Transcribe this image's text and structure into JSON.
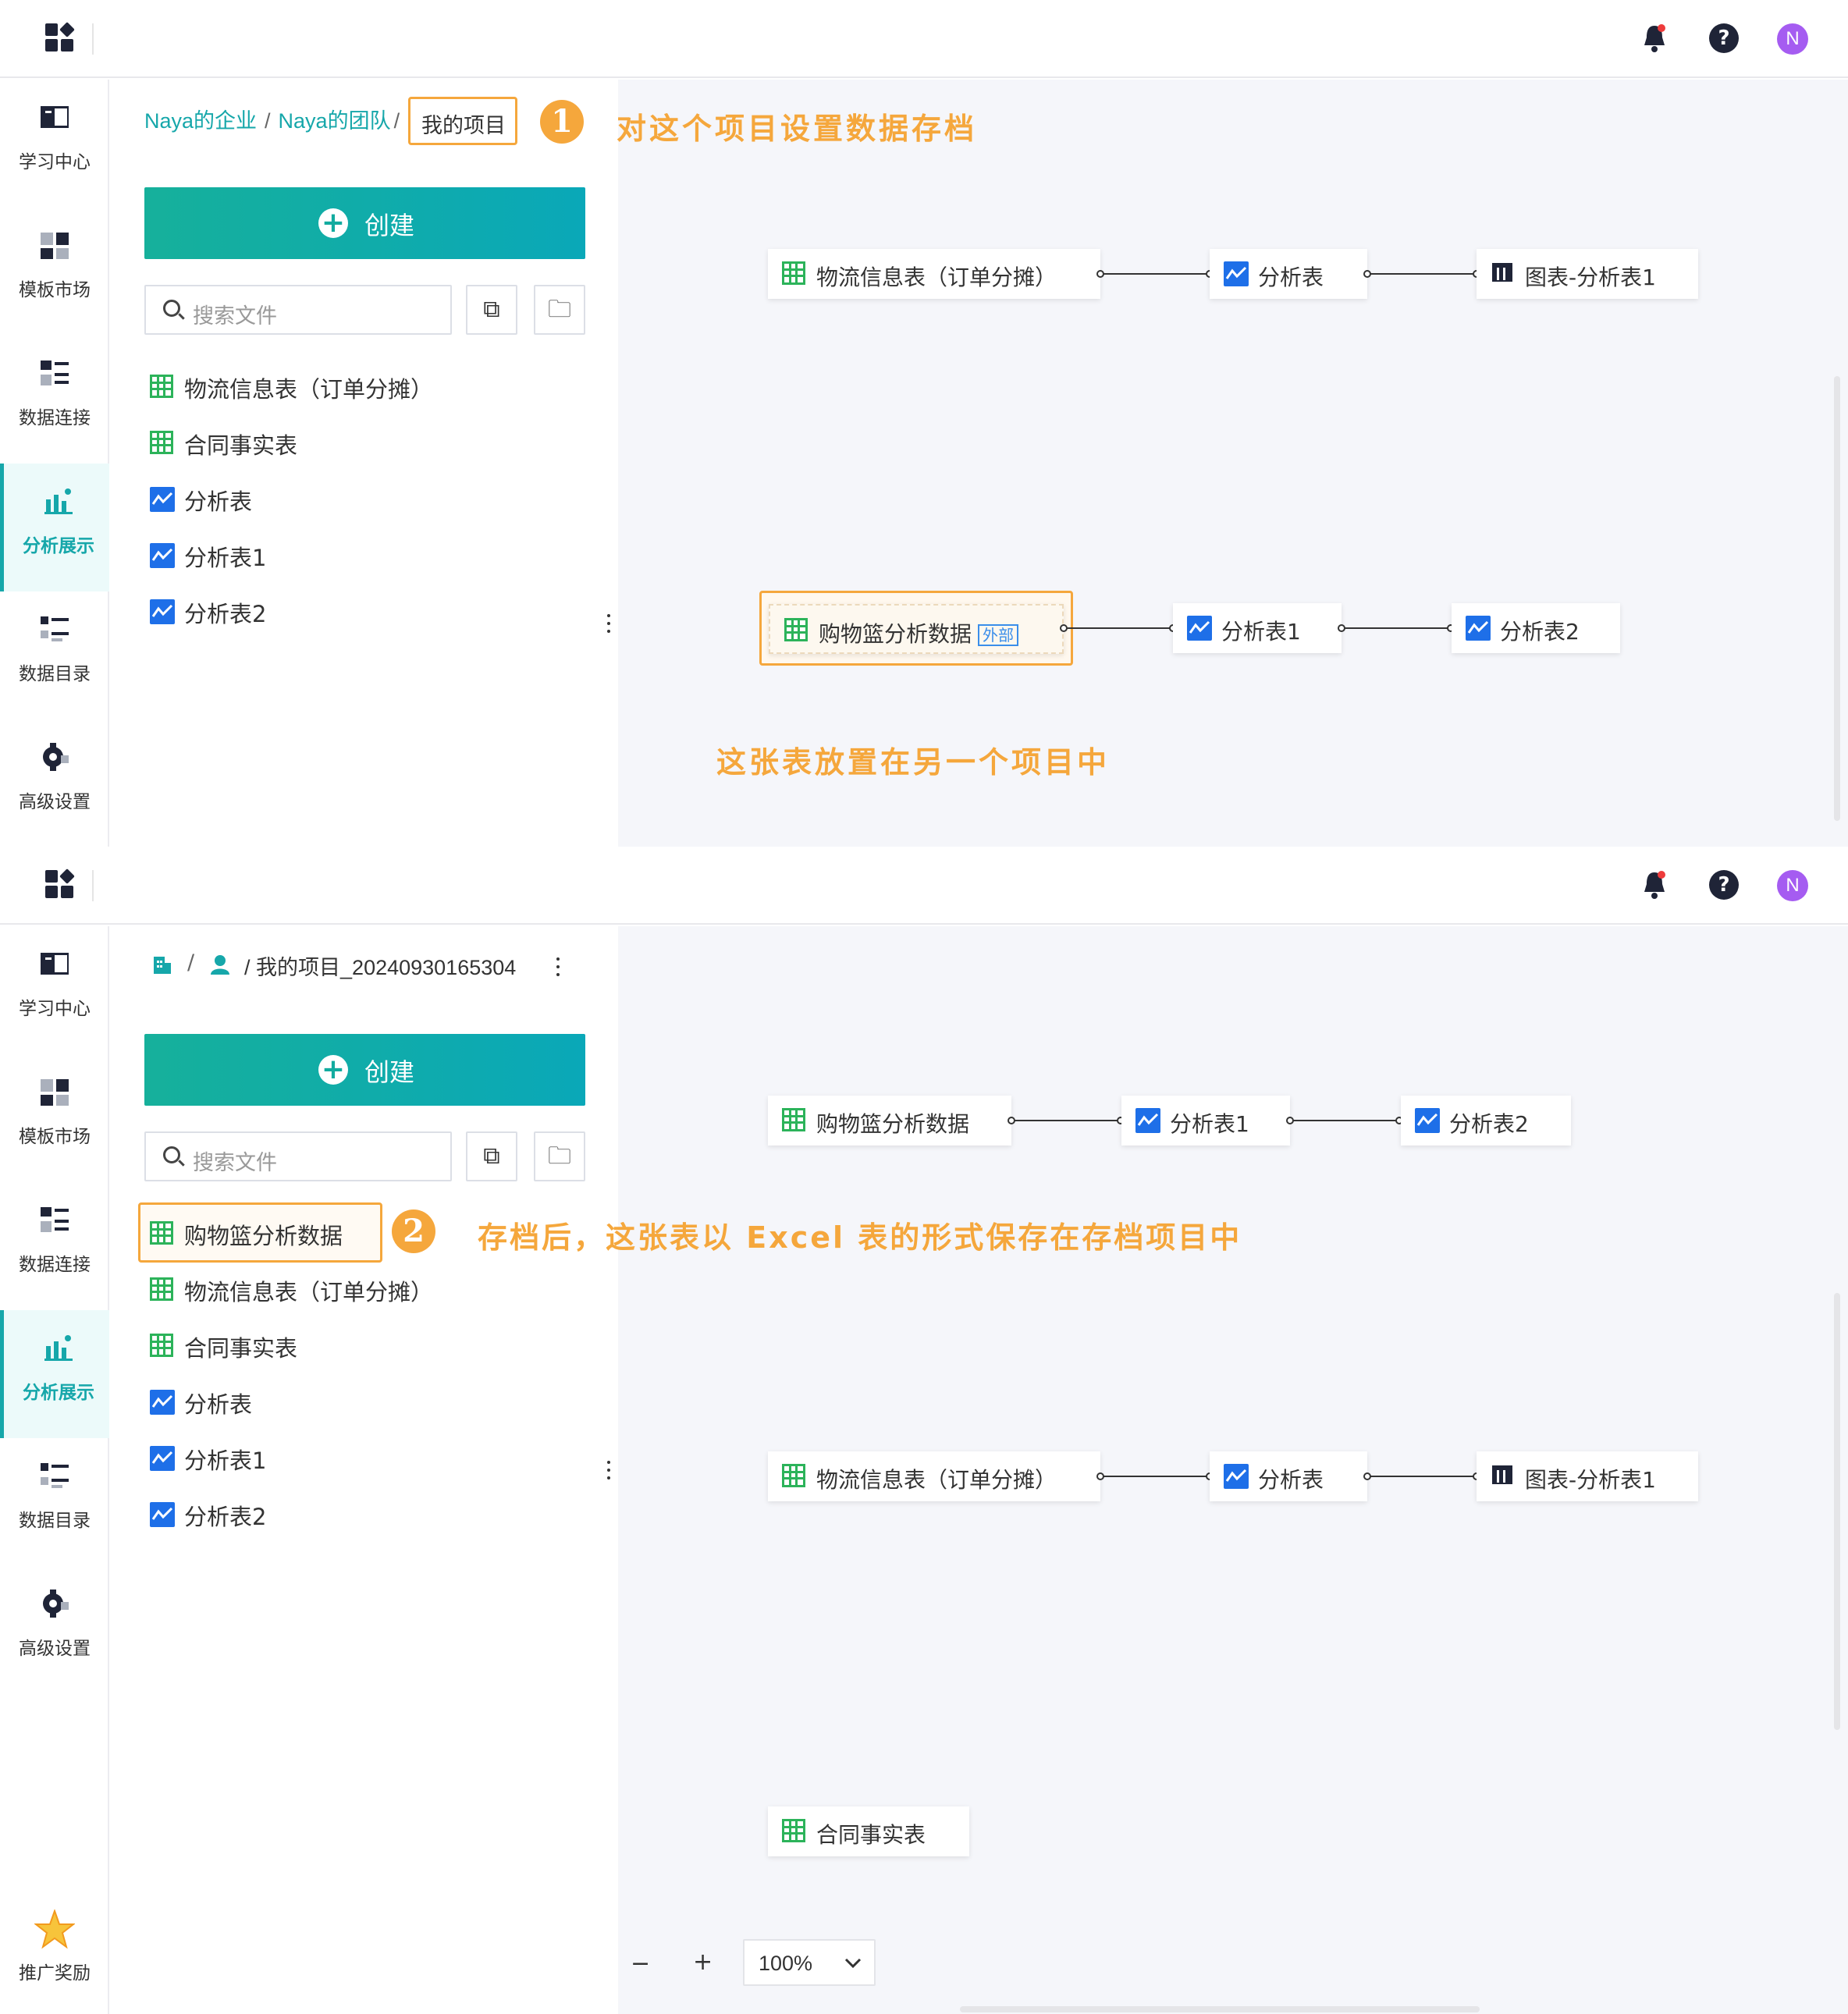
{
  "top": {
    "brand_icon": "app-grid-icon",
    "notification_icon": "bell-icon",
    "help_label": "?",
    "avatar_label": "N"
  },
  "nav": {
    "items": [
      {
        "label": "学习中心",
        "icon": "book-icon"
      },
      {
        "label": "模板市场",
        "icon": "template-icon"
      },
      {
        "label": "数据连接",
        "icon": "data-connect-icon"
      },
      {
        "label": "分析展示",
        "icon": "analysis-icon",
        "active": true
      },
      {
        "label": "数据目录",
        "icon": "catalog-icon"
      },
      {
        "label": "高级设置",
        "icon": "gear-icon"
      }
    ],
    "promo_label": "推广奖励"
  },
  "shot1": {
    "breadcrumb": [
      "Naya的企业",
      "/",
      "Naya的团队",
      "/",
      "我的项目"
    ],
    "badge": "1",
    "note_top": "对这个项目设置数据存档",
    "note_mid": "这张表放置在另一个项目中",
    "create_label": "创建",
    "search_placeholder": "搜索文件",
    "files": [
      {
        "label": "物流信息表（订单分摊）",
        "type": "table"
      },
      {
        "label": "合同事实表",
        "type": "table"
      },
      {
        "label": "分析表",
        "type": "analysis"
      },
      {
        "label": "分析表1",
        "type": "analysis"
      },
      {
        "label": "分析表2",
        "type": "analysis"
      }
    ],
    "nodes": {
      "a1": "物流信息表（订单分摊）",
      "a2": "分析表",
      "a3": "图表-分析表1",
      "b1": "购物篮分析数据",
      "b1_tag": "外部",
      "b2": "分析表1",
      "b3": "分析表2"
    }
  },
  "shot2": {
    "breadcrumb_sep1": "/",
    "breadcrumb_sep2": "/",
    "breadcrumb_project": "我的项目_20240930165304",
    "badge": "2",
    "note": "存档后，这张表以 Excel 表的形式保存在存档项目中",
    "create_label": "创建",
    "search_placeholder": "搜索文件",
    "files": [
      {
        "label": "购物篮分析数据",
        "type": "table"
      },
      {
        "label": "物流信息表（订单分摊）",
        "type": "table"
      },
      {
        "label": "合同事实表",
        "type": "table"
      },
      {
        "label": "分析表",
        "type": "analysis"
      },
      {
        "label": "分析表1",
        "type": "analysis"
      },
      {
        "label": "分析表2",
        "type": "analysis"
      }
    ],
    "nodes": {
      "c1": "购物篮分析数据",
      "c2": "分析表1",
      "c3": "分析表2",
      "d1": "物流信息表（订单分摊）",
      "d2": "分析表",
      "d3": "图表-分析表1",
      "e1": "合同事实表"
    },
    "zoom": {
      "minus": "−",
      "plus": "+",
      "value": "100%"
    }
  },
  "colors": {
    "accent": "#16a7aa",
    "highlight": "#f5a73c",
    "table_green": "#2cb35a",
    "analysis_blue": "#1e6fe8"
  }
}
